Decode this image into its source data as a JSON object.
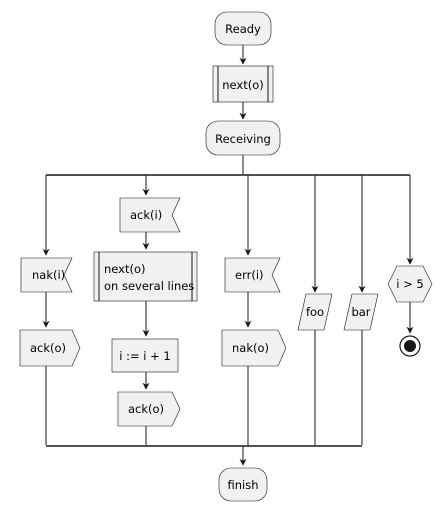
{
  "nodes": {
    "ready": "Ready",
    "next": "next(o)",
    "receiving": "Receiving",
    "nak_i": "nak(i)",
    "ack_o_left": "ack(o)",
    "ack_i": "ack(i)",
    "next_multi_line1": "next(o)",
    "next_multi_line2": "on several lines",
    "assign": "i := i + 1",
    "ack_o_mid": "ack(o)",
    "err_i": "err(i)",
    "nak_o": "nak(o)",
    "foo": "foo",
    "bar": "bar",
    "condition": "i > 5",
    "finish": "finish"
  }
}
